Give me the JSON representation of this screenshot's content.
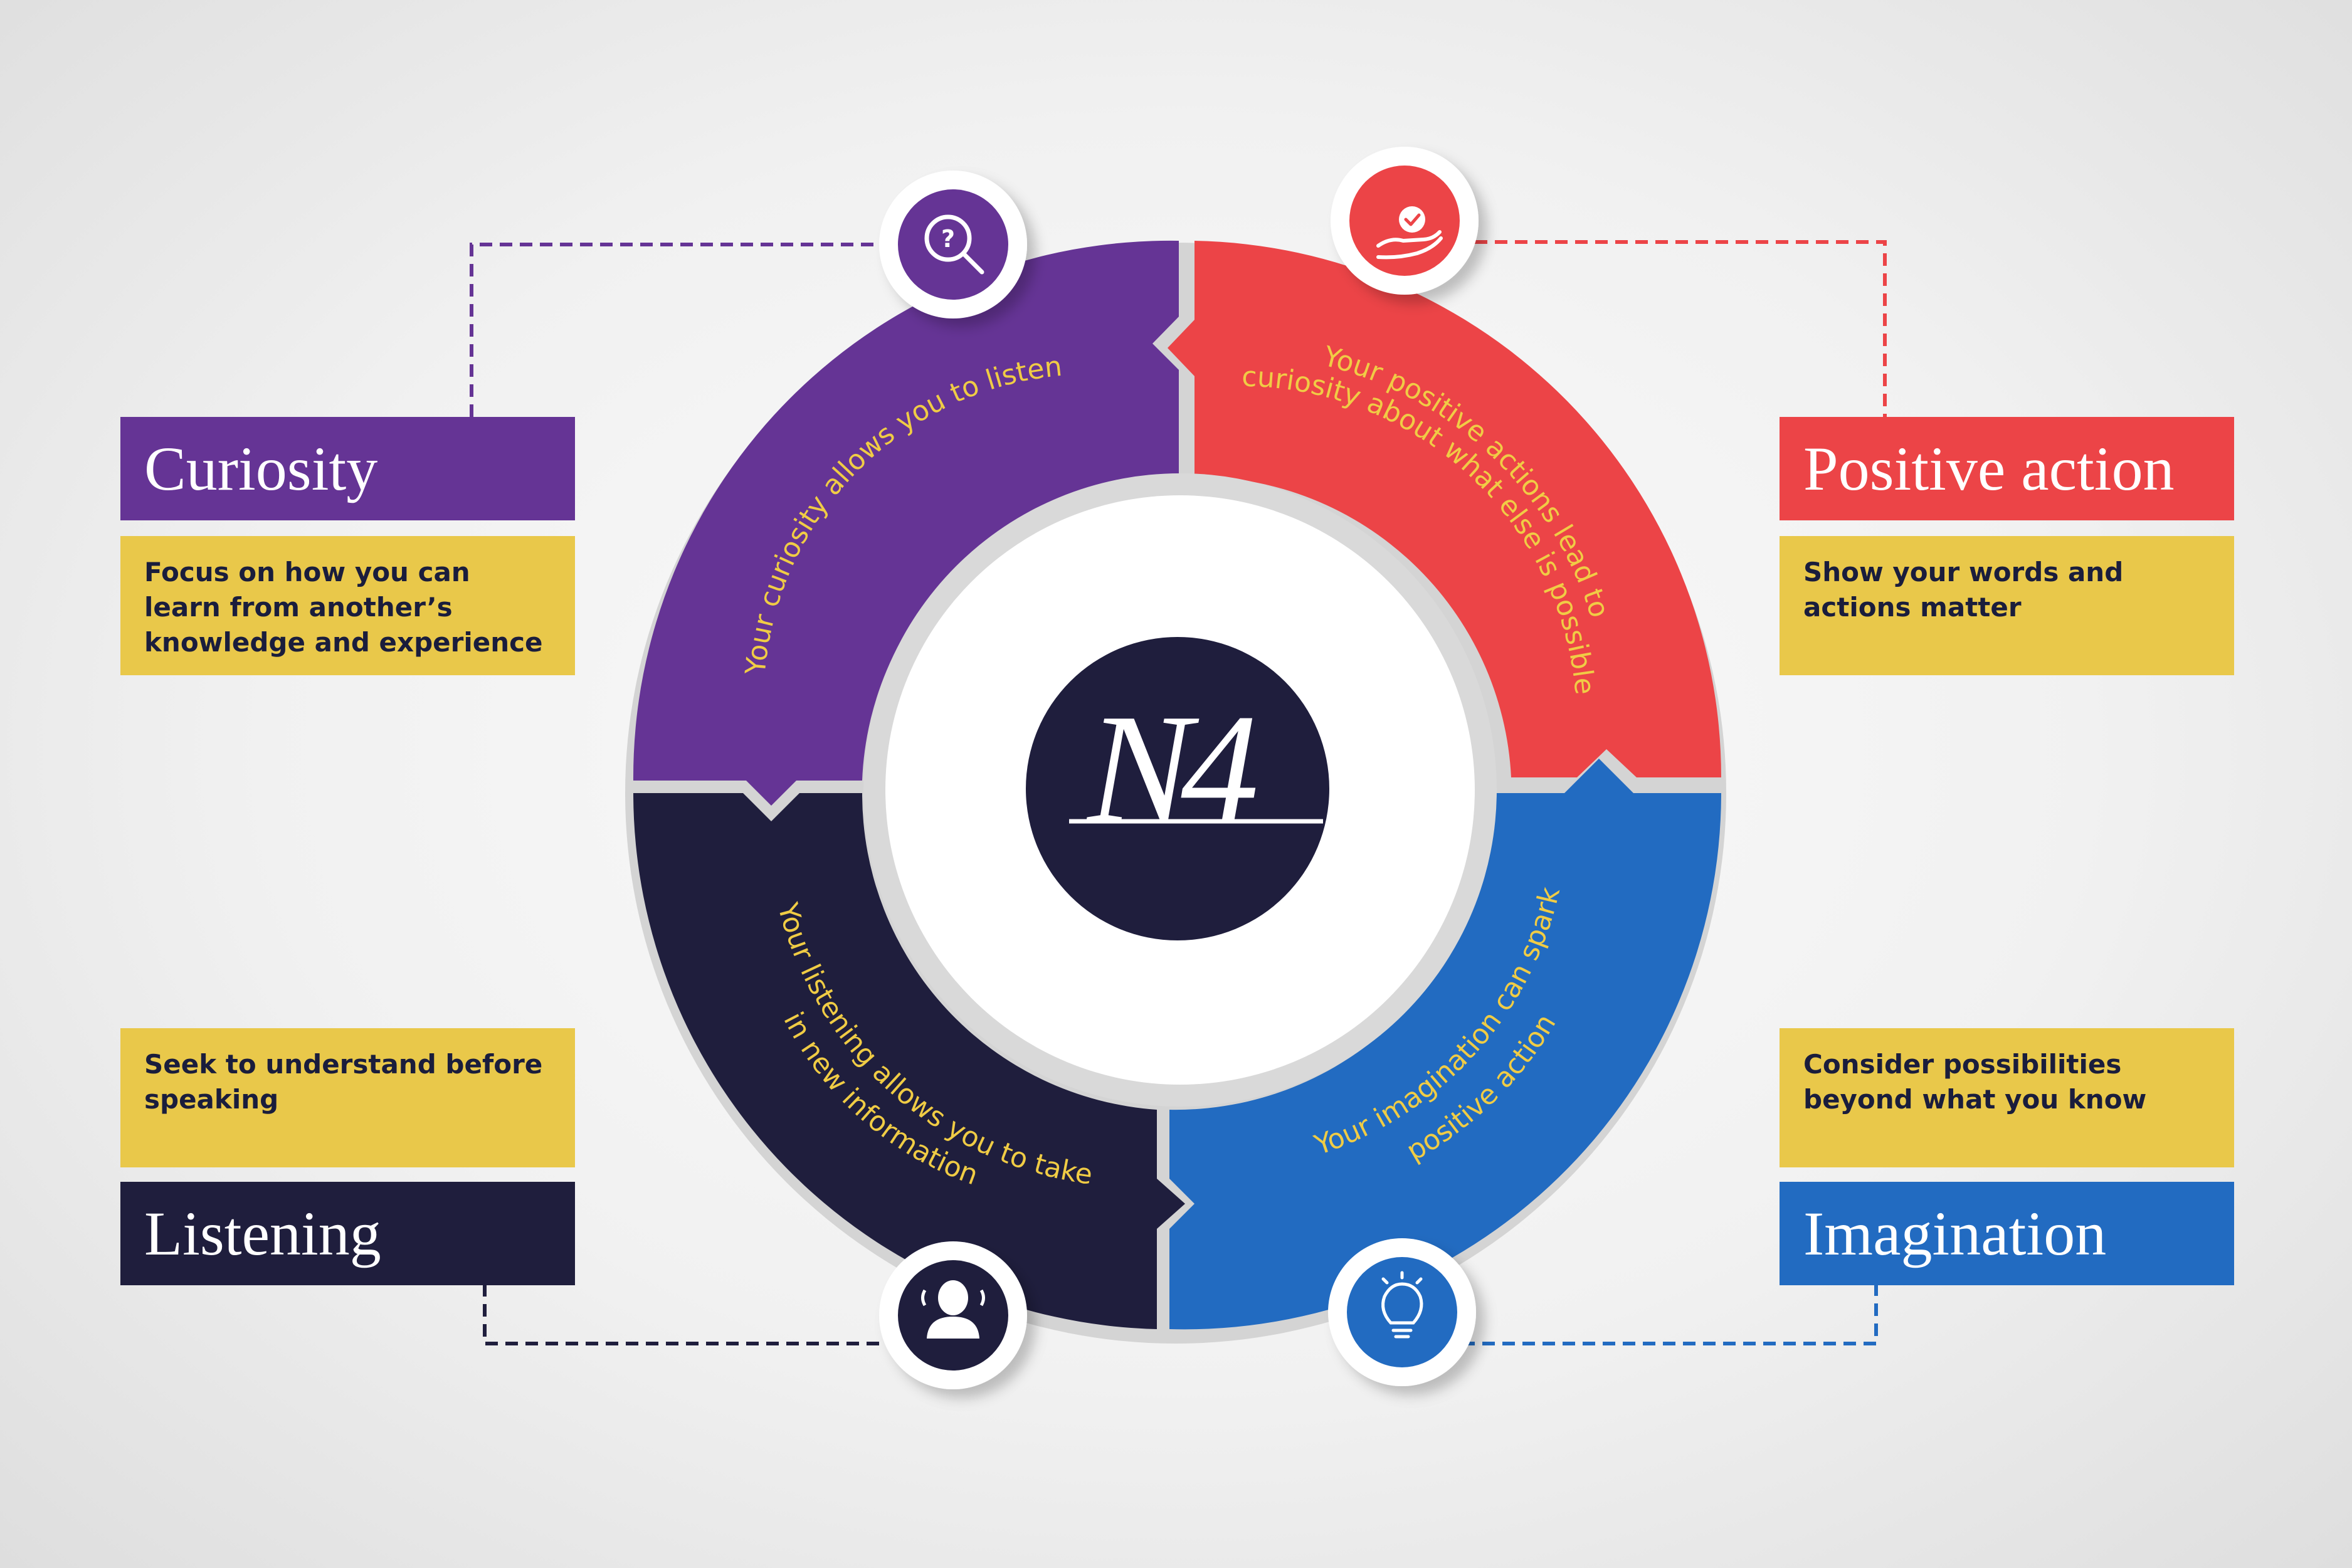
{
  "colors": {
    "curiosity": "#653495",
    "positive_action": "#ec4447",
    "imagination": "#226bc1",
    "listening": "#1f1e3d",
    "description_bg": "#e9c84a",
    "arc_text": "#f0cc45"
  },
  "center": {
    "logo": "N4"
  },
  "segments": {
    "curiosity": {
      "arc_text": "Your curiosity allows you to listen",
      "icon": "magnifier-question-icon"
    },
    "positive_action": {
      "arc_text_1": "Your positive actions lead to",
      "arc_text_2": "curiosity about what else is possible",
      "icon": "hand-check-icon"
    },
    "imagination": {
      "arc_text_1": "Your imagination can spark",
      "arc_text_2": "positive action",
      "icon": "lightbulb-icon"
    },
    "listening": {
      "arc_text_1": "Your listening allows you to take",
      "arc_text_2": "in new information",
      "icon": "person-listening-icon"
    }
  },
  "cards": {
    "curiosity": {
      "title": "Curiosity",
      "description": "Focus on how you can learn from another’s knowledge and experience"
    },
    "positive_action": {
      "title": "Positive action",
      "description": "Show your words and actions matter"
    },
    "listening": {
      "title": "Listening",
      "description": "Seek to understand before speaking"
    },
    "imagination": {
      "title": "Imagination",
      "description": "Consider possibilities beyond what you know"
    }
  }
}
